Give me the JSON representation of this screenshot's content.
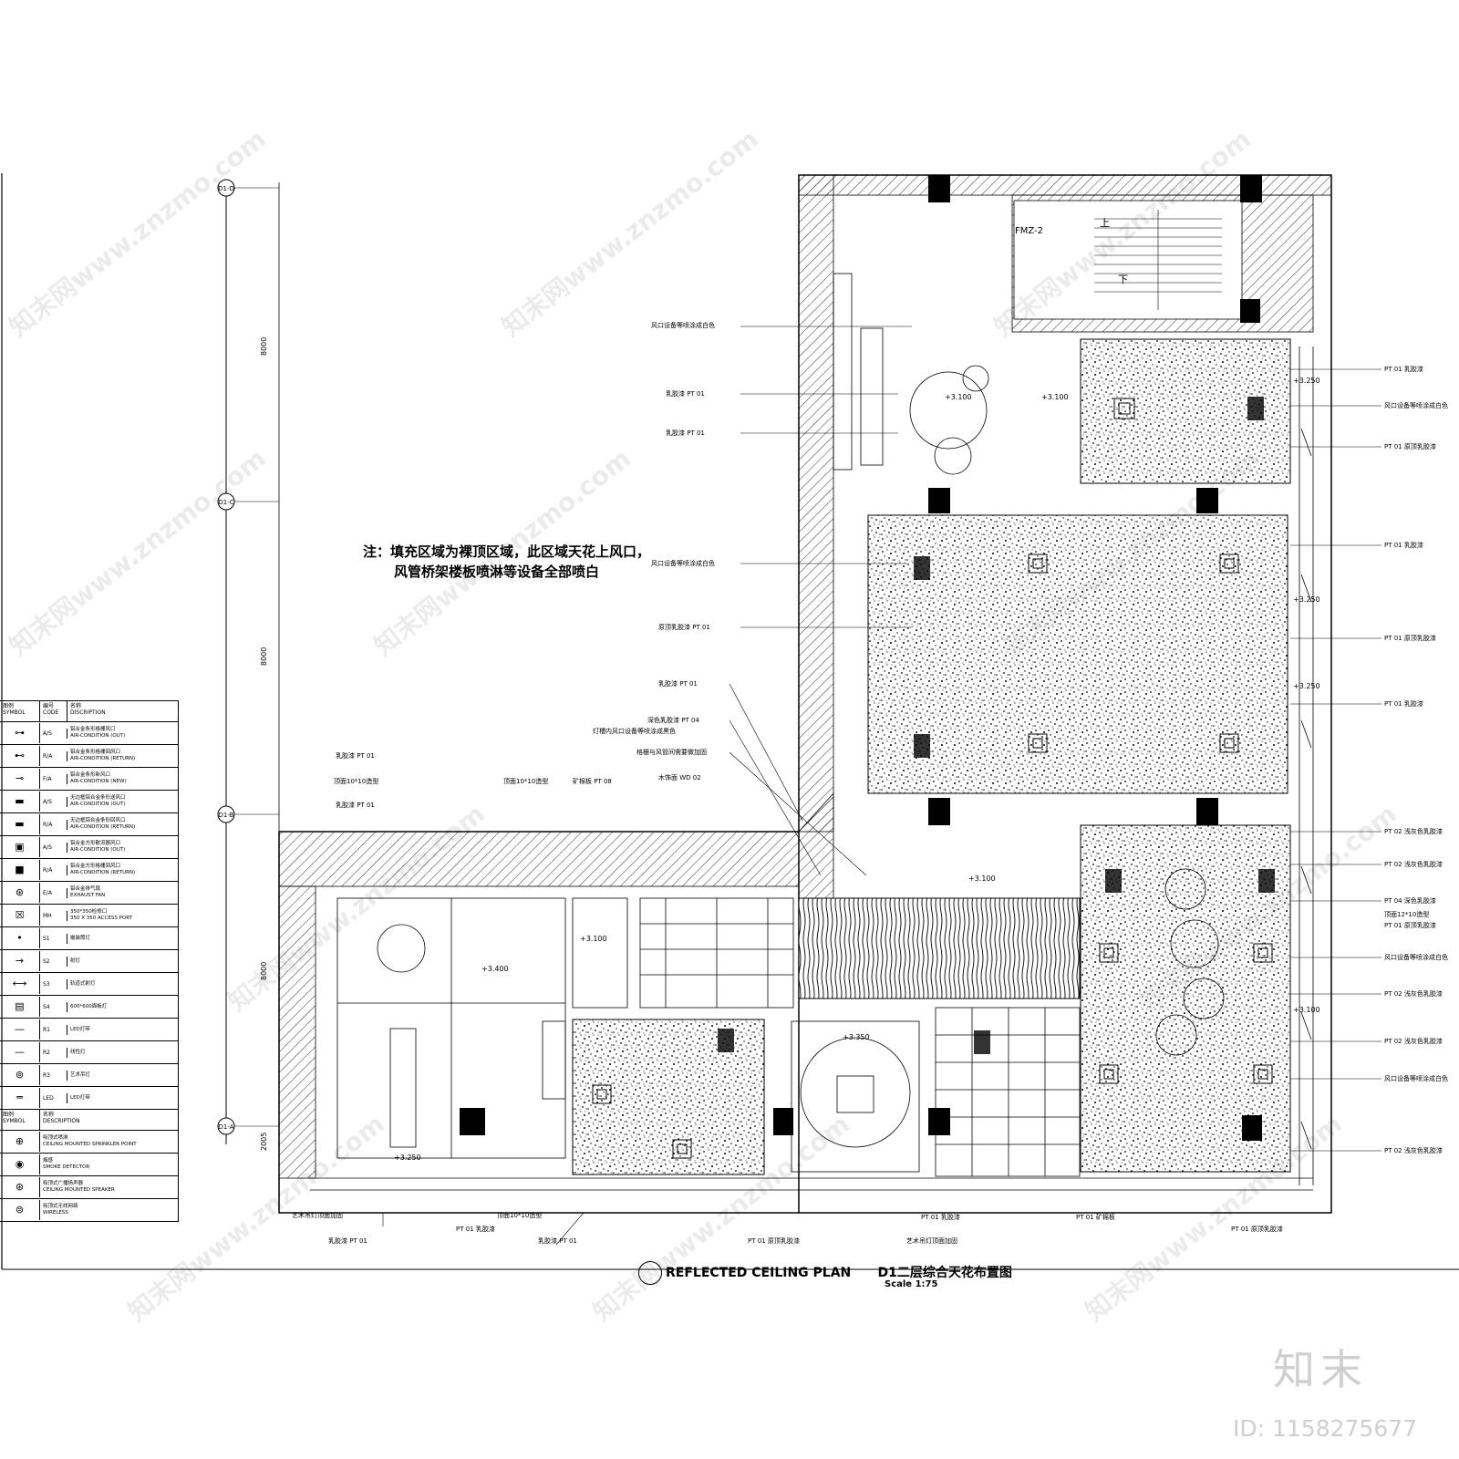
{
  "note": {
    "line1": "注：填充区域为裸顶区域，此区域天花上风口，",
    "line2": "风管桥架楼板喷淋等设备全部喷白"
  },
  "legend": {
    "headers": [
      "图例",
      "编号",
      "名称"
    ],
    "headers_en": [
      "SYMBOL",
      "CODE",
      "DISCRIPTION"
    ],
    "rows": [
      {
        "code": "A/S",
        "desc": "铝合金条形格栅风口",
        "desc_en": "AIR-CONDITION (OUT)"
      },
      {
        "code": "R/A",
        "desc": "铝合金条形格栅回风口",
        "desc_en": "AIR-CONDITION (RETURN)"
      },
      {
        "code": "F/A",
        "desc": "铝合金条形新风口",
        "desc_en": "AIR-CONDITION (NEW)"
      },
      {
        "code": "A/S",
        "desc": "无边框铝合金条形送风口",
        "desc_en": "AIR-CONDITION (OUT)"
      },
      {
        "code": "R/A",
        "desc": "无边框铝合金条形回风口",
        "desc_en": "AIR-CONDITION (RETURN)"
      },
      {
        "code": "A/S",
        "desc": "铝合金方形散流器风口",
        "desc_en": "AIR-CONDITION (OUT)"
      },
      {
        "code": "R/A",
        "desc": "铝合金方形格栅回风口",
        "desc_en": "AIR-CONDITION (RETURN)"
      },
      {
        "code": "E/A",
        "desc": "铝合金排气扇",
        "desc_en": "EXHAUST FAN"
      },
      {
        "code": "MH",
        "desc": "350*350检修口",
        "desc_en": "350 X 350 ACCESS PORT"
      },
      {
        "code": "S1",
        "desc": "嵌装筒灯",
        "desc_en": ""
      },
      {
        "code": "S2",
        "desc": "射灯",
        "desc_en": ""
      },
      {
        "code": "S3",
        "desc": "轨道式射灯",
        "desc_en": ""
      },
      {
        "code": "S4",
        "desc": "600*600面板灯",
        "desc_en": ""
      },
      {
        "code": "R1",
        "desc": "LED灯带",
        "desc_en": ""
      },
      {
        "code": "R2",
        "desc": "线性灯",
        "desc_en": ""
      },
      {
        "code": "R3",
        "desc": "艺术吊灯",
        "desc_en": ""
      },
      {
        "code": "LED",
        "desc": "LED灯带",
        "desc_en": ""
      }
    ],
    "headers2": [
      "图例",
      "名称"
    ],
    "headers2_en": [
      "SYMBOL",
      "DESCRIPTION"
    ],
    "rows2": [
      {
        "desc": "吸顶式喷淋",
        "desc_en": "CEILING MOUNTED SPRINKLER POINT"
      },
      {
        "desc": "烟感",
        "desc_en": "SMOKE DETECTOR"
      },
      {
        "desc": "吸顶式广播扬声器",
        "desc_en": "CEILING MOUNTED SPEAKER"
      },
      {
        "desc": "吸顶式无线网络",
        "desc_en": "WIRELESS"
      }
    ]
  },
  "axes": [
    "D1-D",
    "D1-C",
    "D1-B",
    "D1-A"
  ],
  "dims": [
    "8000",
    "8000",
    "8000",
    "2005"
  ],
  "labels": {
    "fmz": "FMZ-2",
    "up": "上",
    "down": "下",
    "levels": [
      "+3.100",
      "+3.100",
      "+3.250",
      "+3.250",
      "+3.250",
      "+3.400",
      "+3.100",
      "+3.350",
      "+3.100",
      "+3.250",
      "+3.100"
    ],
    "left_callouts": [
      "风口设备等喷涂成白色",
      "乳胶漆 PT 01",
      "乳胶漆 PT 01",
      "风口设备等喷涂成白色",
      "原顶乳胶漆 PT 01",
      "乳胶漆 PT 01",
      "深色乳胶漆 PT 04",
      "灯槽内风口设备等喷涂成黑色",
      "格栅与风管间需要做加固",
      "木饰面 WD 02",
      "矿棉板 PT 08",
      "顶面10*10造型",
      "顶面10*10造型",
      "乳胶漆 PT 01",
      "乳胶漆 PT 01"
    ],
    "right_callouts": [
      "PT 01 乳胶漆",
      "风口设备等喷涂成白色",
      "PT 01 原顶乳胶漆",
      "PT 01 乳胶漆",
      "PT 01 原顶乳胶漆",
      "PT 01 乳胶漆",
      "PT 02 浅灰色乳胶漆",
      "PT 02 浅灰色乳胶漆",
      "PT 04 深色乳胶漆",
      "顶面12*10造型",
      "PT 01 原顶乳胶漆",
      "风口设备等喷涂成白色",
      "PT 02 浅灰色乳胶漆",
      "PT 02 浅灰色乳胶漆",
      "风口设备等喷涂成白色",
      "PT 02 浅灰色乳胶漆"
    ],
    "bottom_callouts": [
      "艺术吊灯顶面加固",
      "乳胶漆 PT 01",
      "PT 01 乳胶漆",
      "顶面10*10造型",
      "乳胶漆 PT 01",
      "PT 01 原顶乳胶漆",
      "PT 01 乳胶漆",
      "艺术吊灯顶面加固",
      "PT 01 矿棉板",
      "PT 01 原顶乳胶漆"
    ]
  },
  "title": {
    "en": "REFLECTED CEILING PLAN",
    "cn": "D1二层综合天花布置图",
    "scale": "Scale 1:75"
  },
  "watermark": {
    "text": "知末网www.znzmo.com",
    "brand": "知末",
    "id": "ID: 1158275677"
  }
}
